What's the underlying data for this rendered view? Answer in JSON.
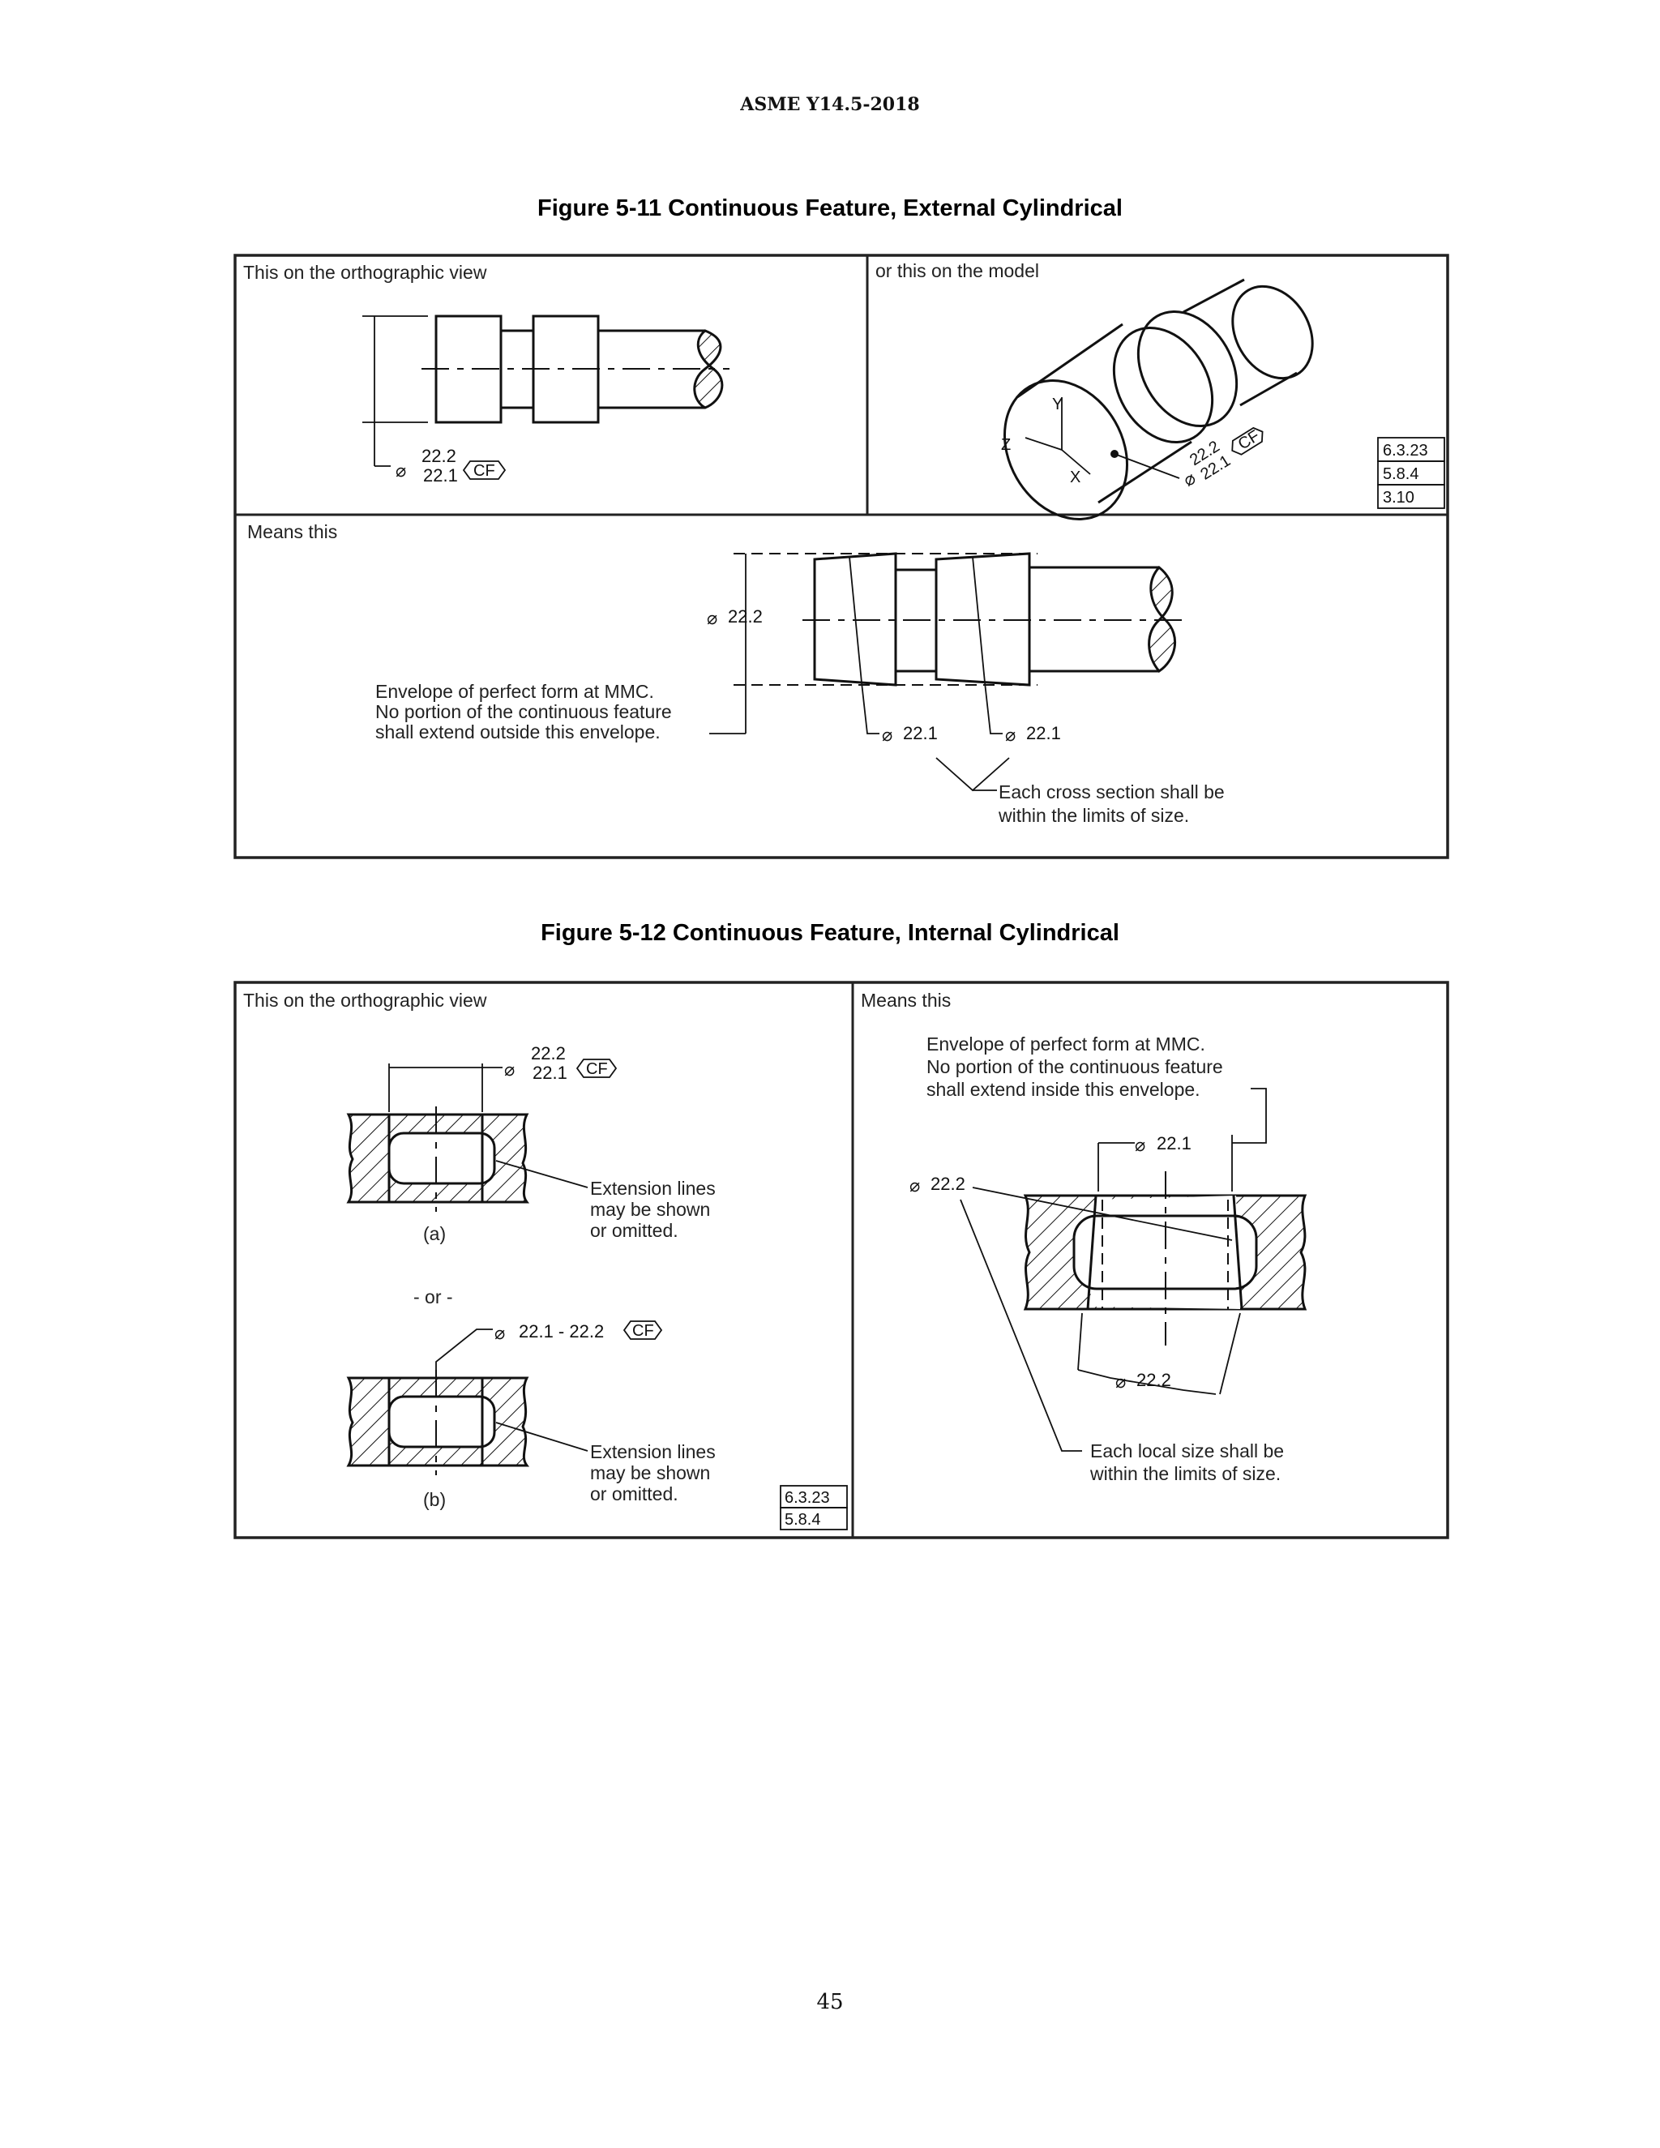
{
  "header": {
    "standard": "ASME Y14.5-2018"
  },
  "figure_5_11": {
    "title": "Figure  5-11 Continuous  Feature, External Cylindrical",
    "panel_orthographic_label": "This on the orthographic view",
    "panel_model_label": "or this on the model",
    "panel_means_label": "Means this",
    "dim_upper": "22.2",
    "dim_lower": "22.1",
    "cf_symbol": "CF",
    "model_dim_upper": "22.2",
    "model_dim_lower": "22.1",
    "axis_x": "X",
    "axis_y": "Y",
    "axis_z": "Z",
    "refs": [
      "6.3.23",
      "5.8.4",
      "3.10"
    ],
    "envelope_dim": "22.2",
    "section_dim_left": "22.1",
    "section_dim_right": "22.1",
    "envelope_note": [
      "Envelope of perfect form at MMC.",
      "No portion of the continuous feature",
      "shall extend outside this envelope."
    ],
    "cross_section_note": [
      "Each cross section shall be",
      "within the limits of size."
    ]
  },
  "figure_5_12": {
    "title": "Figure  5-12 Continuous  Feature, Internal Cylindrical",
    "panel_orthographic_label": "This on the orthographic view",
    "panel_means_label": "Means this",
    "dim_upper": "22.2",
    "dim_lower": "22.1",
    "cf_symbol": "CF",
    "ext_note_a": [
      "Extension lines",
      "may be shown",
      "or omitted."
    ],
    "caption_a": "(a)",
    "or_label": "- or -",
    "range_dim": "22.1 - 22.2",
    "ext_note_b": [
      "Extension lines",
      "may be shown",
      "or omitted."
    ],
    "caption_b": "(b)",
    "refs": [
      "6.3.23",
      "5.8.4"
    ],
    "envelope_note": [
      "Envelope of perfect form at MMC.",
      "No portion of the continuous feature",
      "shall extend inside this envelope."
    ],
    "envelope_dim": "22.1",
    "local_dim_left": "22.2",
    "local_dim_bottom": "22.2",
    "local_size_note": [
      "Each local size shall be",
      "within the limits of size."
    ]
  },
  "page": {
    "number": "45"
  }
}
